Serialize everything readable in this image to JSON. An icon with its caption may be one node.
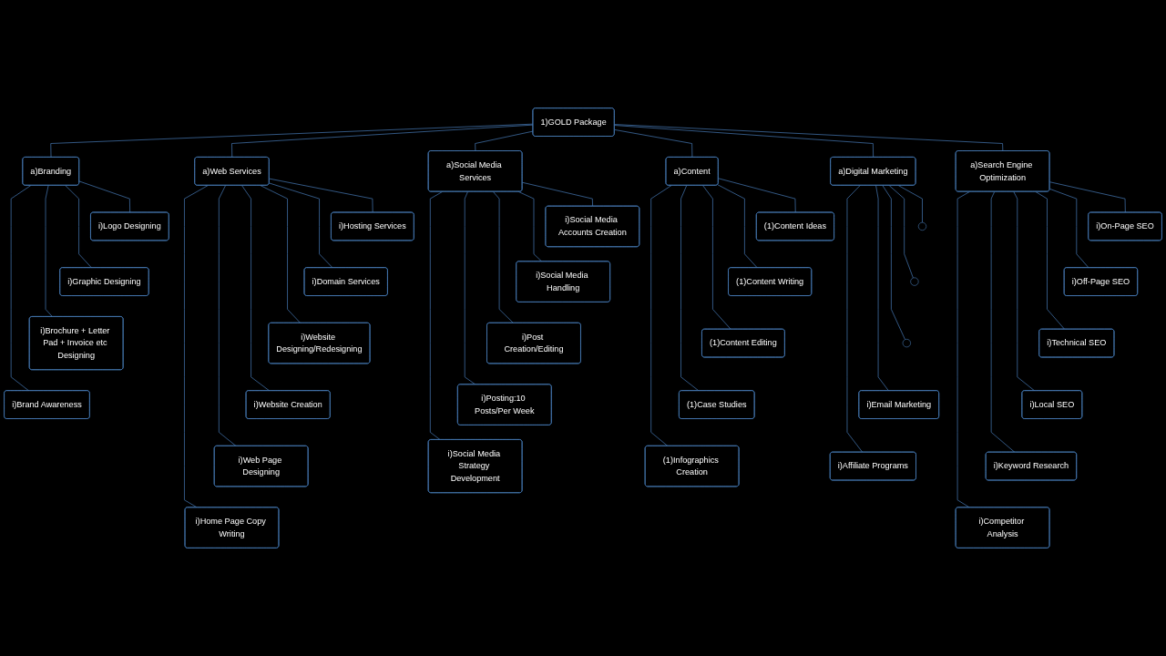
{
  "diagram": {
    "nodes": [
      {
        "text": [
          "1)GOLD Package"
        ]
      },
      {
        "text": [
          "a)Branding"
        ]
      },
      {
        "text": [
          "a)Web Services"
        ]
      },
      {
        "text": [
          "a)Search Engine Optimization"
        ]
      },
      {
        "text": [
          "a)Social Media Services"
        ]
      },
      {
        "text": [
          "a)Content"
        ]
      },
      {
        "text": [
          "a)Digital Marketing"
        ]
      },
      {
        "text": [
          "i)Logo Designing"
        ]
      },
      {
        "text": [
          "i)Graphic Designing"
        ]
      },
      {
        "text": [
          "i)Brochure + Letter Pad + Invoice etc Designing"
        ]
      },
      {
        "text": [
          "i)Brand Awareness"
        ]
      },
      {
        "text": [
          "i)Hosting Services"
        ]
      },
      {
        "text": [
          "i)Domain Services"
        ]
      },
      {
        "text": [
          "i)Website Designing/Redesigning"
        ]
      },
      {
        "text": [
          "i)Website Creation"
        ]
      },
      {
        "text": [
          "i)Web Page Designing"
        ]
      },
      {
        "text": [
          "i)Home Page Copy Writing"
        ]
      },
      {
        "text": [
          "i)On-Page SEO"
        ]
      },
      {
        "text": [
          "i)Off-Page SEO"
        ]
      },
      {
        "text": [
          "i)Technical SEO"
        ]
      },
      {
        "text": [
          "i)Local SEO"
        ]
      },
      {
        "text": [
          "i)Keyword Research"
        ]
      },
      {
        "text": [
          "i)Competitor Analysis"
        ]
      },
      {
        "text": [
          "i)Social Media Accounts Creation"
        ]
      },
      {
        "text": [
          "i)Social Media Handling"
        ]
      },
      {
        "text": [
          "i)Post Creation/Editing"
        ]
      },
      {
        "text": [
          "i)Posting:10 Posts/Per Week"
        ]
      },
      {
        "text": [
          "i)Social Media Strategy Development"
        ]
      },
      {
        "text": [
          "(1)Content Ideas"
        ]
      },
      {
        "text": [
          "(1)Content Writing"
        ]
      },
      {
        "text": [
          "(1)Content Editing"
        ]
      },
      {
        "text": [
          "(1)Case Studies"
        ]
      },
      {
        "text": [
          "(1)Infographics Creation"
        ]
      },
      {
        "text": [],
        "shape": "circle"
      },
      {
        "text": [],
        "shape": "circle"
      },
      {
        "text": [],
        "shape": "circle"
      },
      {
        "text": [
          "i)Email Marketing"
        ]
      },
      {
        "text": [
          "i)Affiliate Programs"
        ]
      }
    ],
    "edges": [
      {
        "from": 0,
        "to": 1,
        "arrow": "none"
      },
      {
        "from": 0,
        "to": 2,
        "arrow": "none"
      },
      {
        "from": 0,
        "to": 3,
        "arrow": "none"
      },
      {
        "from": 0,
        "to": 4,
        "arrow": "none"
      },
      {
        "from": 0,
        "to": 5,
        "arrow": "none"
      },
      {
        "from": 0,
        "to": 6,
        "arrow": "none"
      },
      {
        "from": 1,
        "to": 7,
        "arrow": "none"
      },
      {
        "from": 1,
        "to": 8,
        "arrow": "none"
      },
      {
        "from": 1,
        "to": 9,
        "arrow": "none"
      },
      {
        "from": 1,
        "to": 10,
        "arrow": "none"
      },
      {
        "from": 2,
        "to": 11,
        "arrow": "none"
      },
      {
        "from": 2,
        "to": 12,
        "arrow": "none"
      },
      {
        "from": 2,
        "to": 13,
        "arrow": "none"
      },
      {
        "from": 2,
        "to": 14,
        "arrow": "none"
      },
      {
        "from": 2,
        "to": 15,
        "arrow": "none"
      },
      {
        "from": 2,
        "to": 16,
        "arrow": "none"
      },
      {
        "from": 3,
        "to": 17,
        "arrow": "none"
      },
      {
        "from": 3,
        "to": 18,
        "arrow": "none"
      },
      {
        "from": 3,
        "to": 19,
        "arrow": "none"
      },
      {
        "from": 3,
        "to": 20,
        "arrow": "none"
      },
      {
        "from": 3,
        "to": 21,
        "arrow": "none"
      },
      {
        "from": 3,
        "to": 22,
        "arrow": "none"
      },
      {
        "from": 4,
        "to": 23,
        "arrow": "none"
      },
      {
        "from": 4,
        "to": 24,
        "arrow": "none"
      },
      {
        "from": 4,
        "to": 25,
        "arrow": "none"
      },
      {
        "from": 4,
        "to": 26,
        "arrow": "none"
      },
      {
        "from": 4,
        "to": 27,
        "arrow": "none"
      },
      {
        "from": 5,
        "to": 28,
        "arrow": "none"
      },
      {
        "from": 5,
        "to": 29,
        "arrow": "none"
      },
      {
        "from": 5,
        "to": 30,
        "arrow": "none"
      },
      {
        "from": 5,
        "to": 31,
        "arrow": "none"
      },
      {
        "from": 5,
        "to": 32,
        "arrow": "none"
      },
      {
        "from": 6,
        "to": 33,
        "arrow": "none"
      },
      {
        "from": 6,
        "to": 34,
        "arrow": "none"
      },
      {
        "from": 6,
        "to": 35,
        "arrow": "none"
      },
      {
        "from": 6,
        "to": 36,
        "arrow": "none"
      },
      {
        "from": 6,
        "to": 37,
        "arrow": "none"
      }
    ]
  }
}
